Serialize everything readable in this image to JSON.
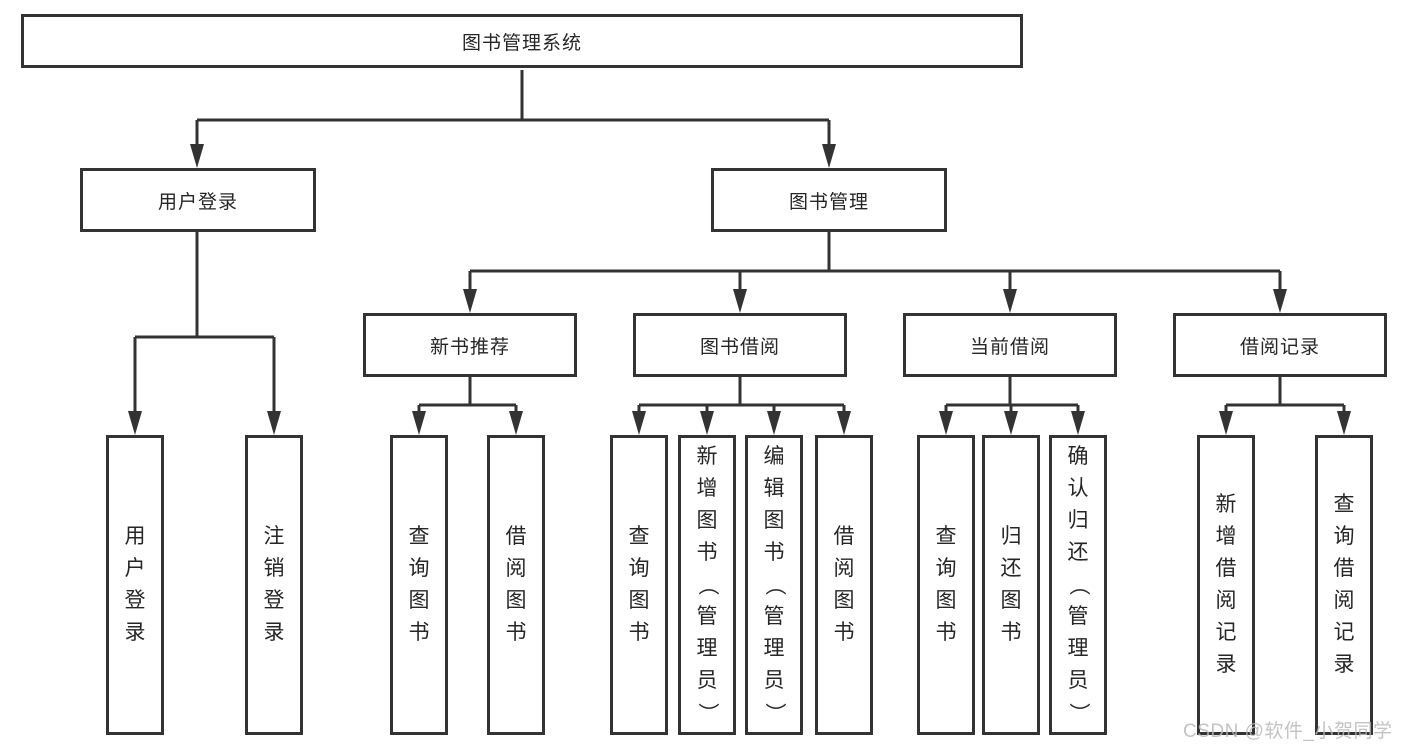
{
  "colors": {
    "line": "#333333",
    "box-border": "#333333",
    "text": "#262626",
    "watermark": "#b9b9b9",
    "background": "#ffffff"
  },
  "diagram": {
    "root": {
      "label": "图书管理系统"
    },
    "branches": {
      "user_login": {
        "label": "用户登录",
        "children": [
          "用户登录",
          "注销登录"
        ]
      },
      "book_management": {
        "label": "图书管理",
        "children": {
          "new_books": {
            "label": "新书推荐",
            "children": [
              "查询图书",
              "借阅图书"
            ]
          },
          "book_borrowing": {
            "label": "图书借阅",
            "children": [
              "查询图书",
              "新增图书（管理员）",
              "编辑图书（管理员）",
              "借阅图书"
            ]
          },
          "current_borrowing": {
            "label": "当前借阅",
            "children": [
              "查询图书",
              "归还图书",
              "确认归还（管理员）"
            ]
          },
          "borrowing_records": {
            "label": "借阅记录",
            "children": [
              "新增借阅记录",
              "查询借阅记录"
            ]
          }
        }
      }
    }
  },
  "watermark": {
    "text": "CSDN @软件_小贺同学"
  }
}
